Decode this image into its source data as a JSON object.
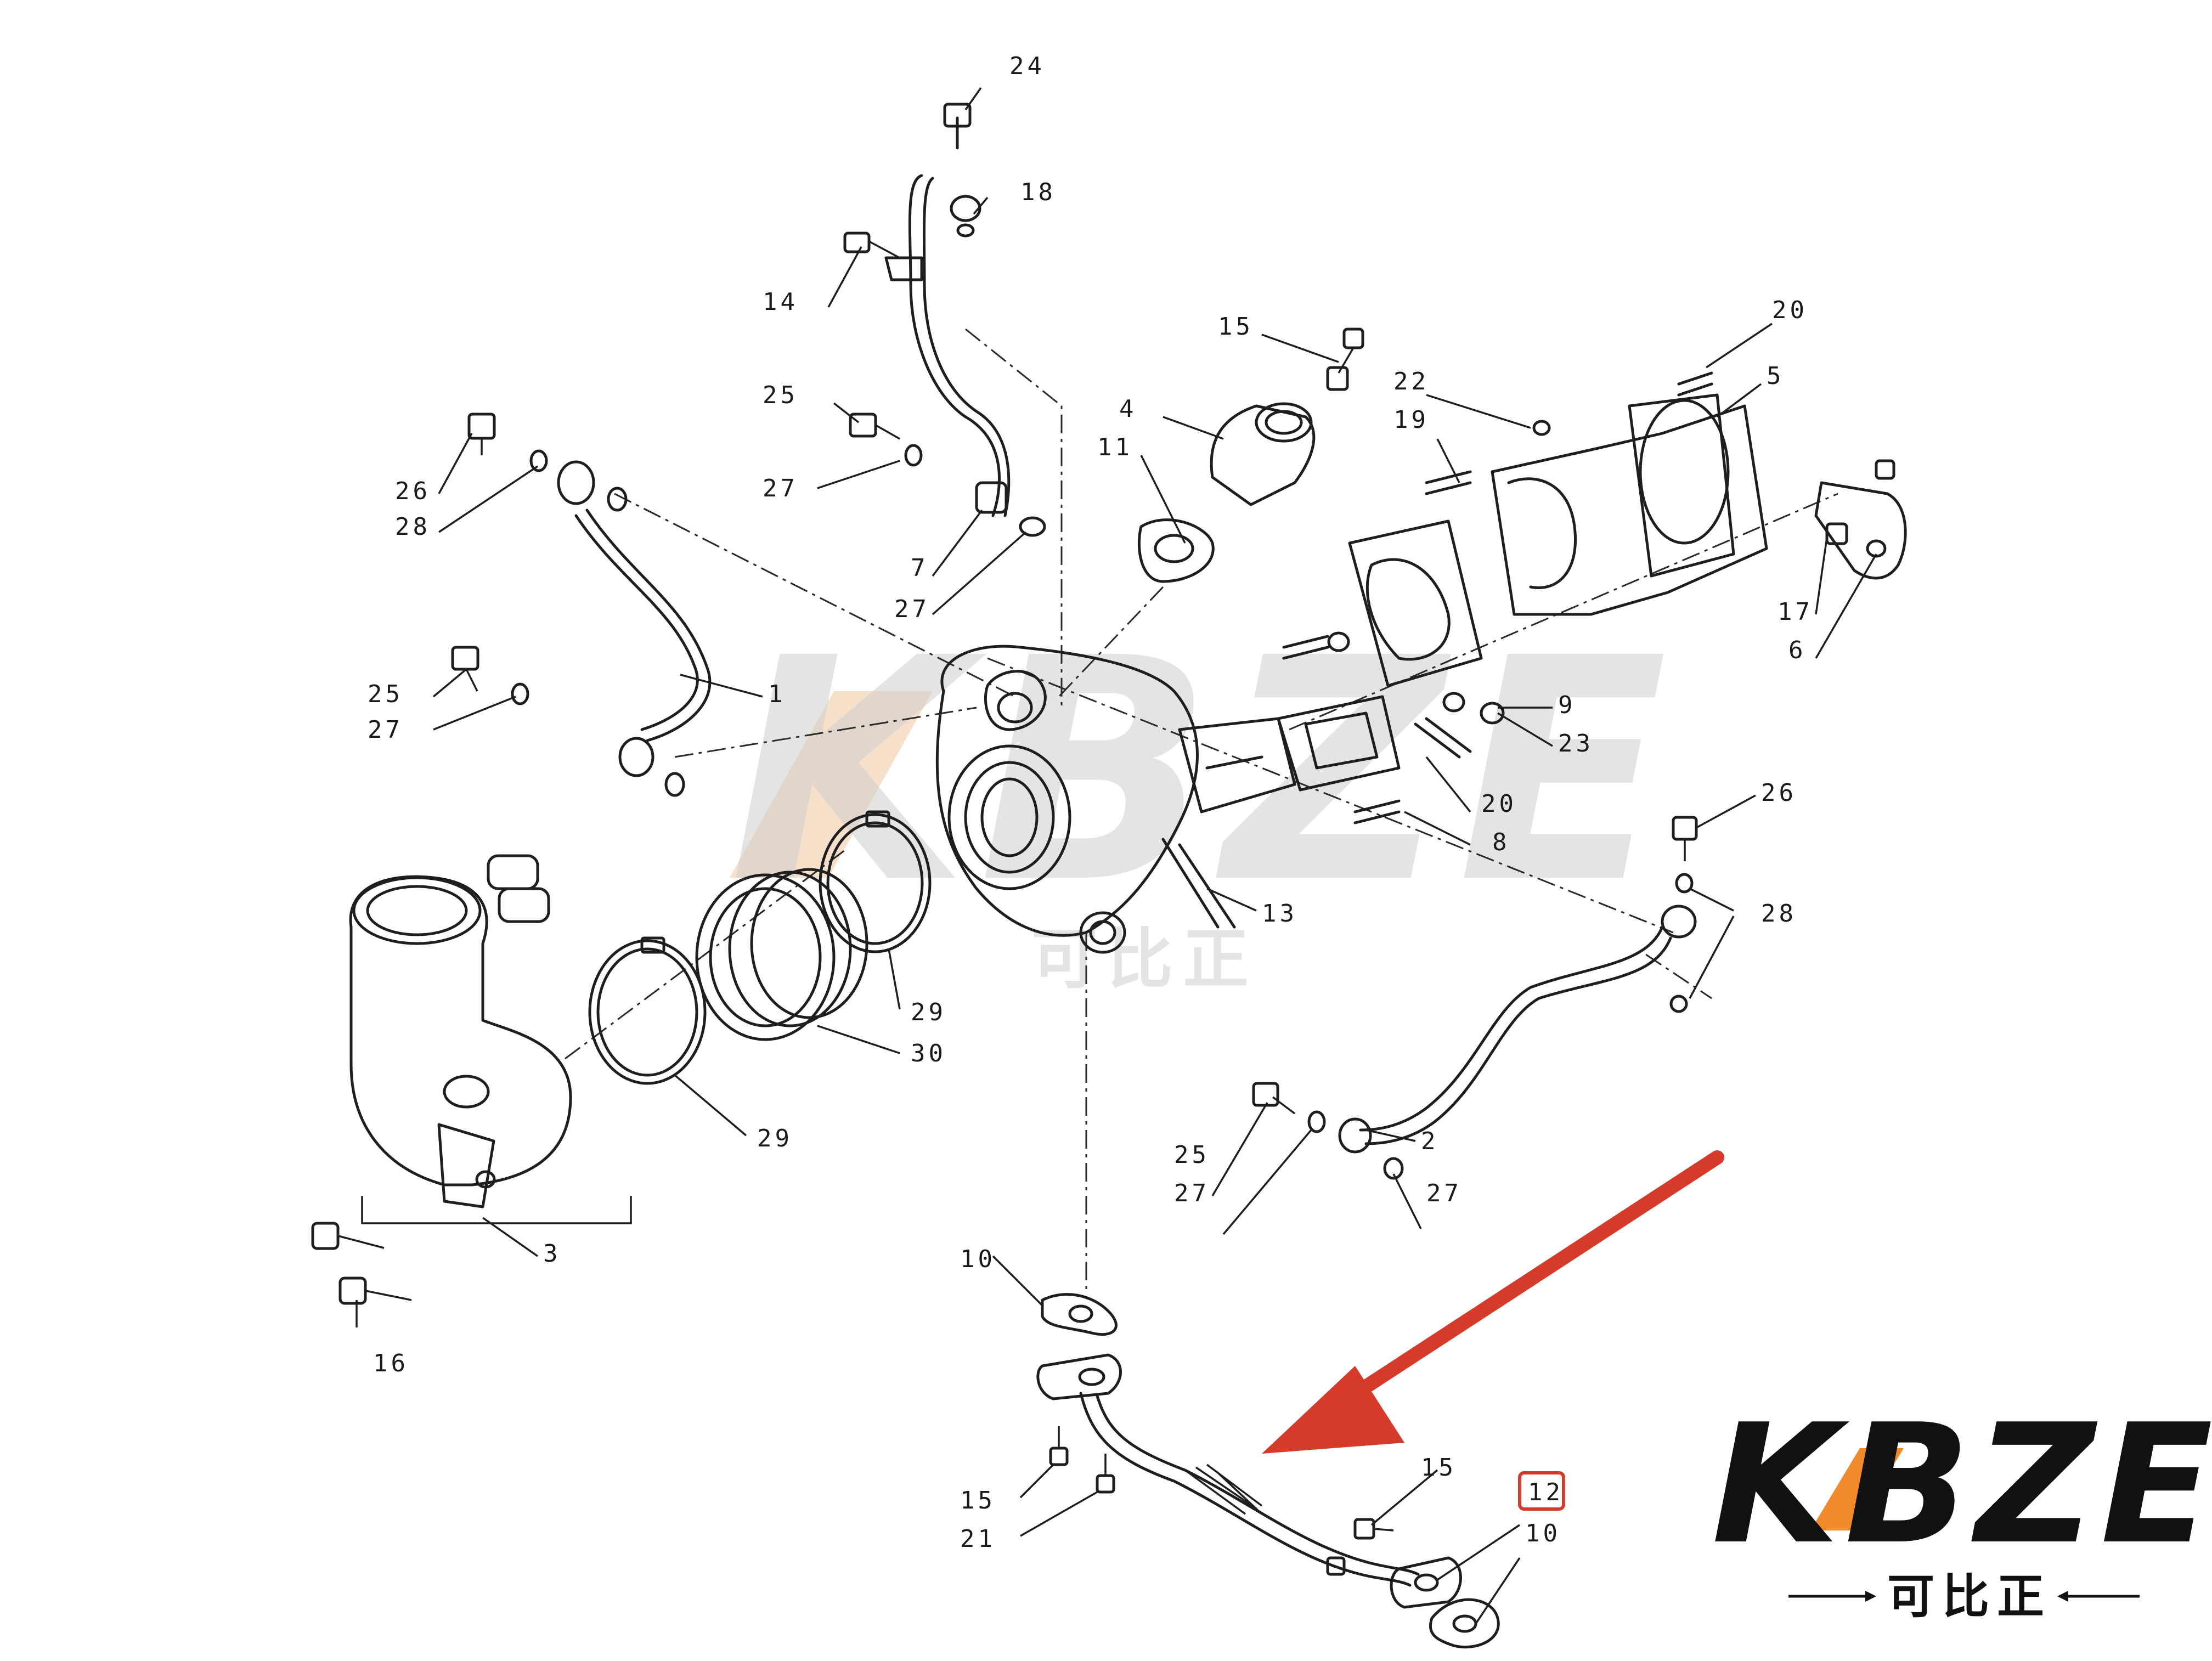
{
  "callouts": {
    "c24": "24",
    "c18": "18",
    "c14": "14",
    "c25a": "25",
    "c27a": "27",
    "c7": "7",
    "c27b": "27",
    "c15a": "15",
    "c4": "4",
    "c11": "11",
    "c22": "22",
    "c19": "19",
    "c20a": "20",
    "c5": "5",
    "c17": "17",
    "c6": "6",
    "c26a": "26",
    "c28a": "28",
    "c25b": "25",
    "c27c": "27",
    "c1": "1",
    "c9": "9",
    "c23": "23",
    "c20b": "20",
    "c8": "8",
    "c13": "13",
    "c29a": "29",
    "c30": "30",
    "c29b": "29",
    "c3": "3",
    "c16": "16",
    "c26b": "26",
    "c28b": "28",
    "c2": "2",
    "c25c": "25",
    "c27d": "27",
    "c27e": "27",
    "c10a": "10",
    "c15b": "15",
    "c21": "21",
    "c15c": "15",
    "c12": "12",
    "c10b": "10"
  },
  "highlight": {
    "part_number": "12",
    "arrow_color": "#d63a2a"
  },
  "logo": {
    "main": "KBZE",
    "sub": "可比正",
    "accent_color": "#f08a2a"
  },
  "watermark": {
    "main": "KBZE",
    "sub": "可比正"
  }
}
